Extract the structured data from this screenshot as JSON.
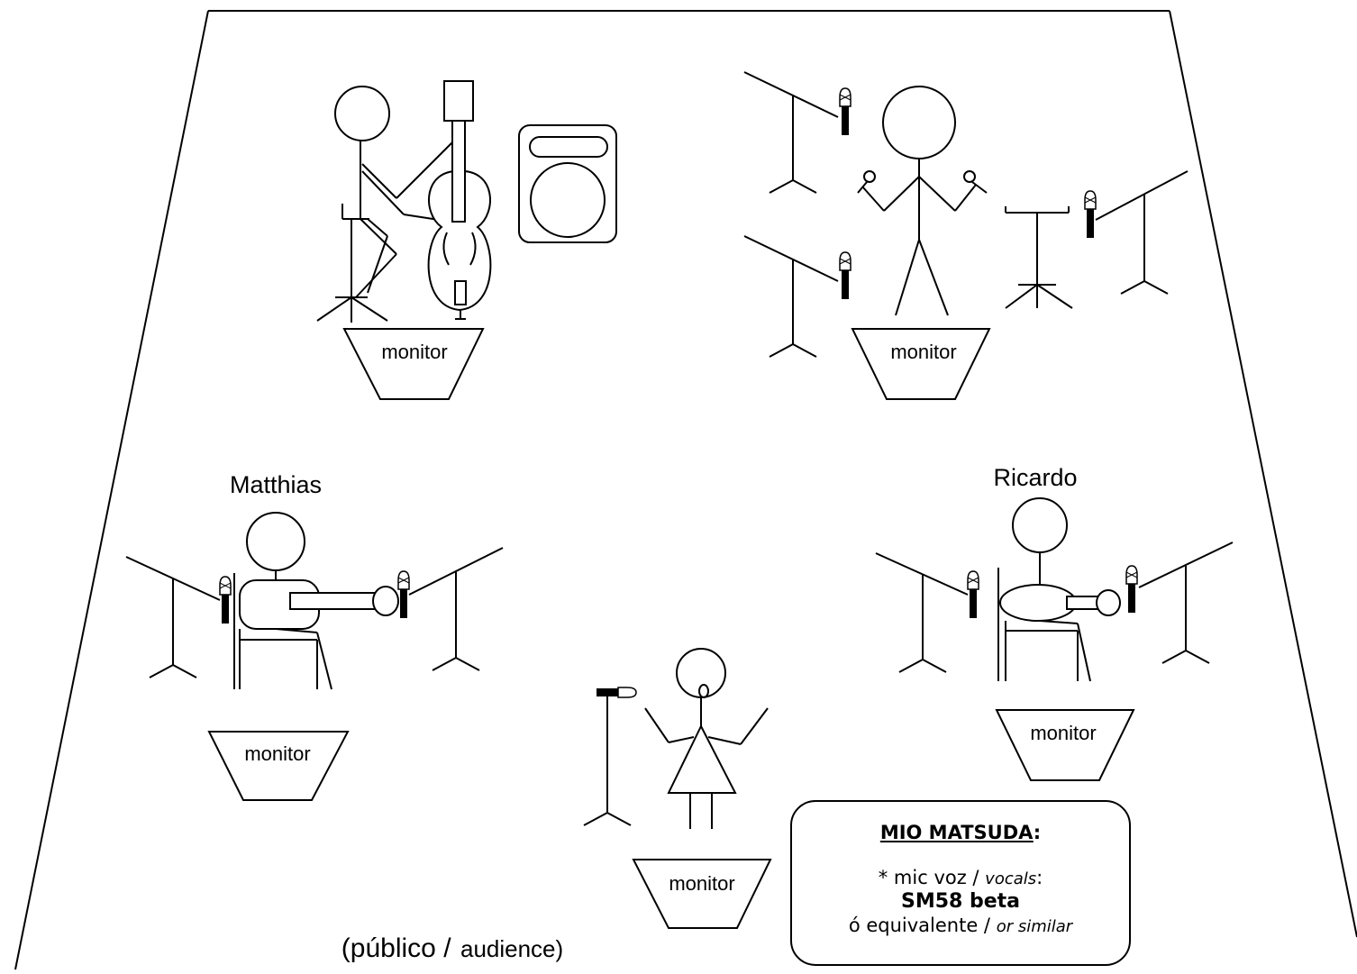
{
  "labels": {
    "monitor": "monitor",
    "performer_left": "Matthias",
    "performer_right": "Ricardo",
    "audience_es": "(público /",
    "audience_en": "audience)"
  },
  "info_box": {
    "title": "MIO MATSUDA",
    "title_suffix": ":",
    "mic_prefix": "* mic voz / ",
    "mic_en": "vocals",
    "mic_suffix": ":",
    "model": "SM58 beta",
    "equiv_es": "ó equivalente / ",
    "equiv_en": "or similar"
  },
  "icons": [
    "stage-outline",
    "double-bass-player",
    "amplifier",
    "percussionist",
    "singer",
    "guitarist",
    "mic-stand",
    "monitor-wedge"
  ]
}
